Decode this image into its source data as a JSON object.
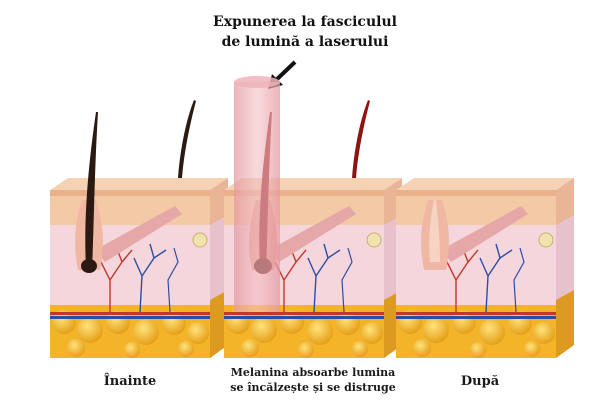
{
  "title": {
    "line1": "Expunerea la fasciculul",
    "line2": "de lumină a laserului"
  },
  "panels": [
    {
      "caption": "Înainte"
    },
    {
      "caption_line1": "Melanina absoarbe lumina",
      "caption_line2": "se încălzește și se distruge"
    },
    {
      "caption": "După"
    }
  ],
  "colors": {
    "epidermis": "#f3c9a6",
    "dermis": "#f5d6dc",
    "fat": "#f4b42a",
    "hair": "#2a1a12",
    "hair_heated": "#8e1414",
    "laser_beam": "#e9a3a8",
    "vessel_red": "#c0392b",
    "vessel_blue": "#2b4fa0"
  }
}
